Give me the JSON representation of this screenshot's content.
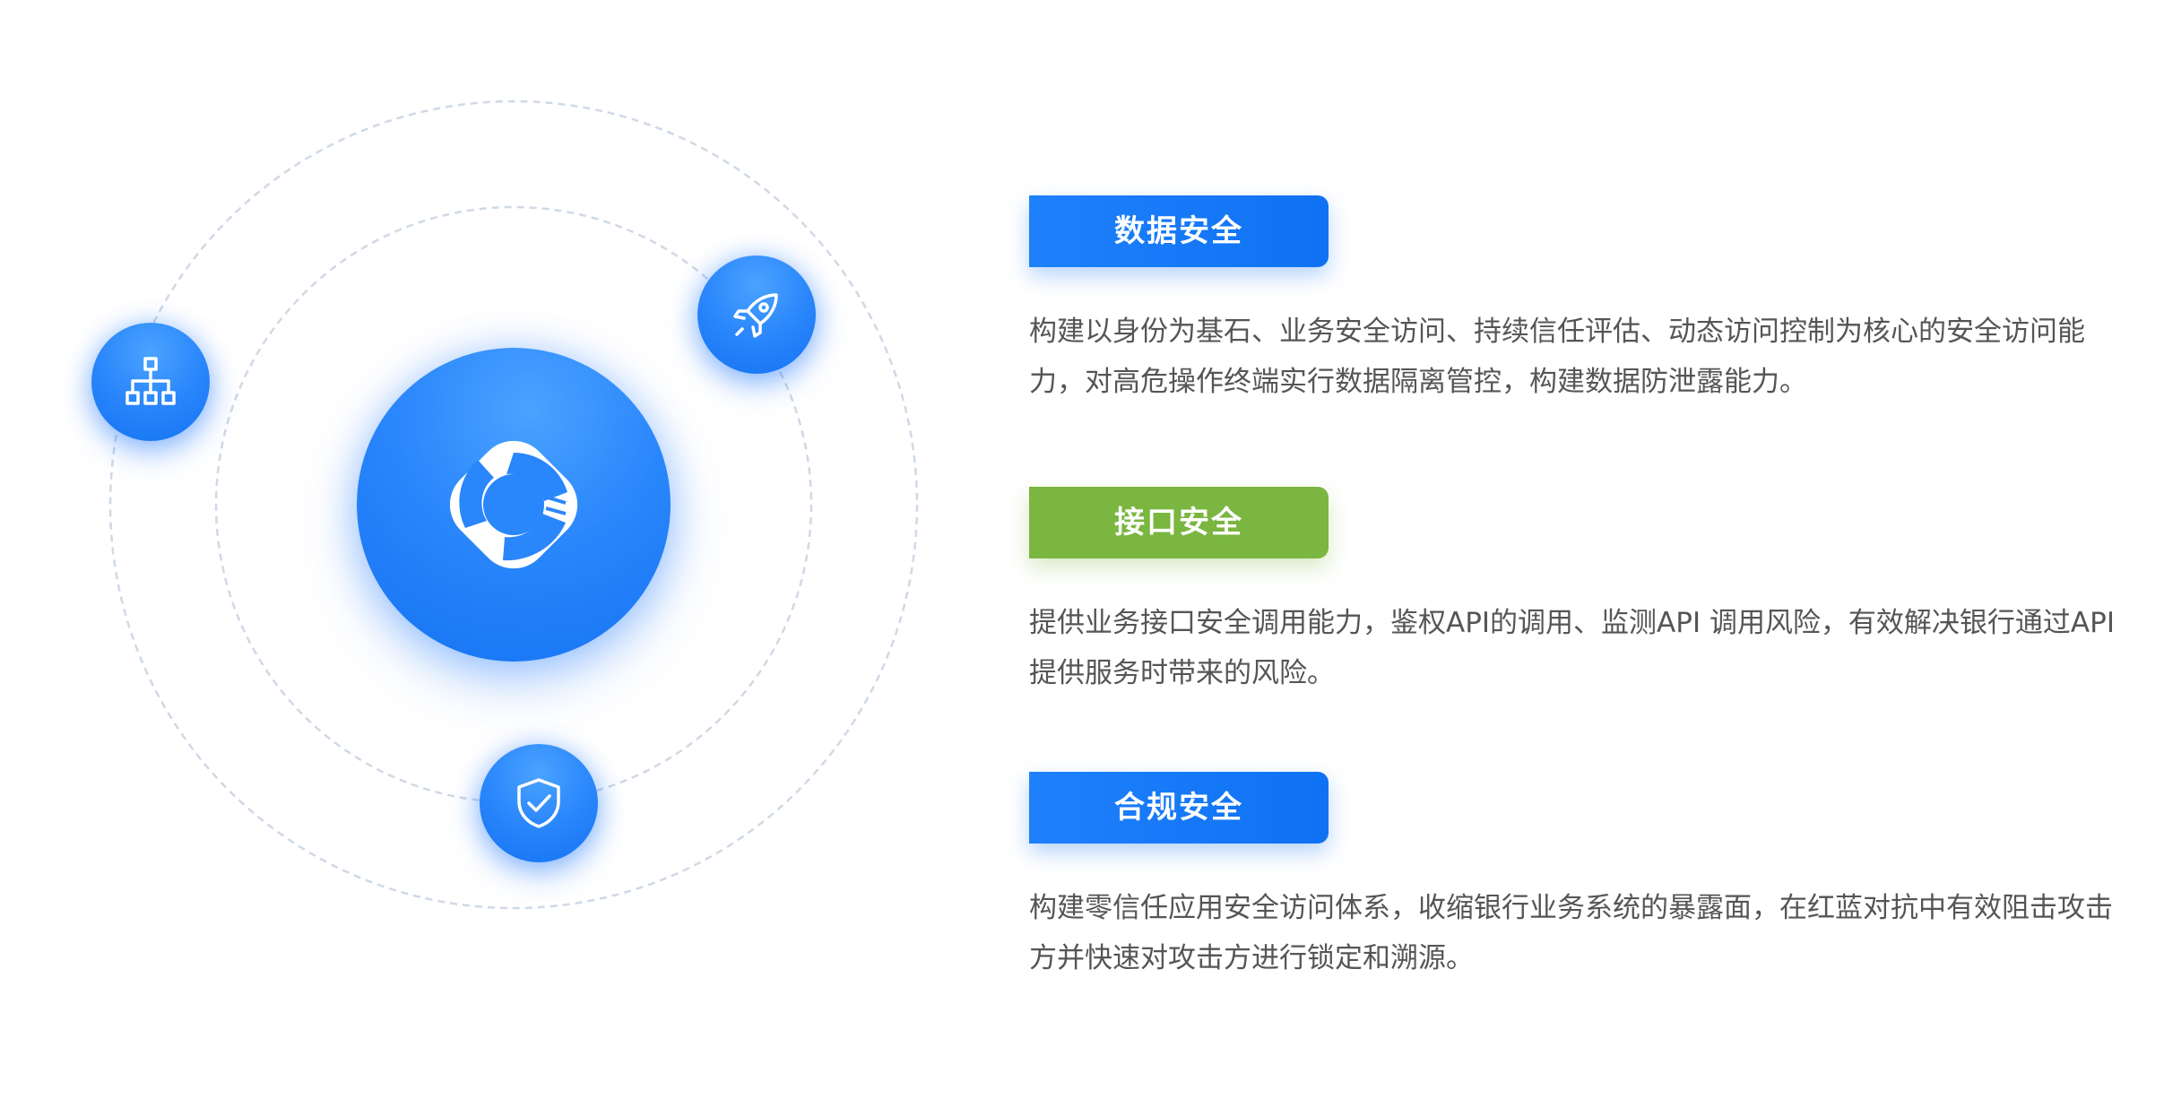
{
  "diagram": {
    "center_icon": "brand-swirl-logo-icon",
    "satellites": [
      {
        "icon": "network-hierarchy-icon"
      },
      {
        "icon": "rocket-icon"
      },
      {
        "icon": "shield-check-icon"
      }
    ],
    "colors": {
      "primary_blue": "#1573f3",
      "light_blue": "#4aa3ff",
      "orbit_line": "#cfd9e6"
    }
  },
  "features": [
    {
      "title": "数据安全",
      "color": "#0f72f3",
      "description": "构建以身份为基石、业务安全访问、持续信任评估、动态访问控制为核心的安全访问能\n力，对高危操作终端实行数据隔离管控，构建数据防泄露能力。"
    },
    {
      "title": "接口安全",
      "color": "#7ab640",
      "description": "提供业务接口安全调用能力，鉴权API的调用、监测API 调用风险，有效解决银行通过API\n提供服务时带来的风险。"
    },
    {
      "title": "合规安全",
      "color": "#0f72f3",
      "description": "构建零信任应用安全访问体系，收缩银行业务系统的暴露面，在红蓝对抗中有效阻击攻击\n方并快速对攻击方进行锁定和溯源。"
    }
  ]
}
